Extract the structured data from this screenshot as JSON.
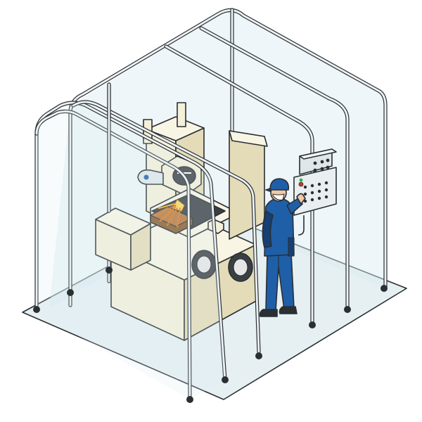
{
  "scene": {
    "description_text": "",
    "colors": {
      "enclosure_film": "#d9ecf1",
      "floor_mat": "#e6f0f2",
      "frame_pipe": "#eef2f4",
      "outline": "#2a2f33",
      "machine_body": "#f4f0d9",
      "machine_shadow": "#e4dcb8",
      "worker_uniform": "#1f5fa8",
      "worker_dark": "#163f73",
      "spark": "#f5a623",
      "workpiece": "#8a5a2b",
      "panel": "#dfe6ea"
    },
    "icons": [
      "enclosure-frame",
      "grinding-machine",
      "control-panel",
      "worker",
      "caster-wheel",
      "spark"
    ]
  }
}
